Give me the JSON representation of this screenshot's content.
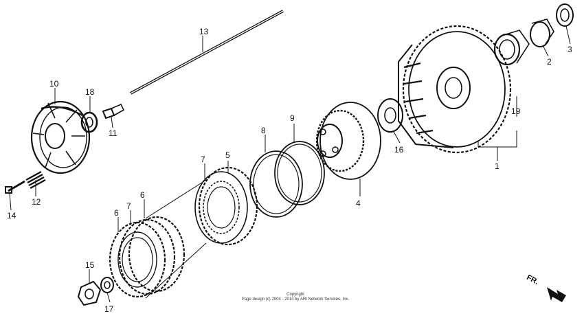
{
  "callouts": {
    "c1": "1",
    "c2": "2",
    "c3": "3",
    "c4": "4",
    "c5": "5",
    "c6a": "6",
    "c6b": "6",
    "c7a": "7",
    "c7b": "7",
    "c8": "8",
    "c9": "9",
    "c10": "10",
    "c11": "11",
    "c12": "12",
    "c13": "13",
    "c14": "14",
    "c15": "15",
    "c16": "16",
    "c17": "17",
    "c18": "18",
    "c19": "19"
  },
  "copyright": {
    "line1": "Copyright",
    "line2": "Page design (c) 2004 - 2014 by ARI Network Services, Inc."
  },
  "direction": {
    "label": "FR."
  }
}
